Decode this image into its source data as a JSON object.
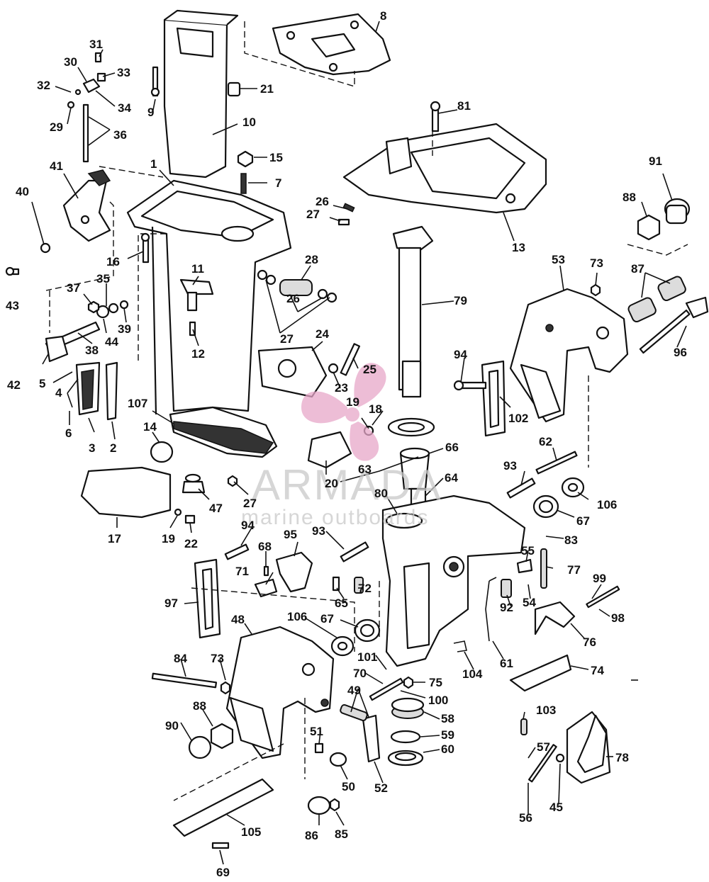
{
  "watermark": {
    "brand": "ARMADA",
    "tagline": "marine outboards",
    "logo_color": "#e7a7c9",
    "text_color": "#c9c9c9"
  },
  "callouts": {
    "c1": "1",
    "c2": "2",
    "c3": "3",
    "c4": "4",
    "c5": "5",
    "c6": "6",
    "c7": "7",
    "c8": "8",
    "c9": "9",
    "c10": "10",
    "c11": "11",
    "c12": "12",
    "c13": "13",
    "c14": "14",
    "c15": "15",
    "c16": "16",
    "c17": "17",
    "c18": "18",
    "c19a": "19",
    "c19b": "19",
    "c20": "20",
    "c21": "21",
    "c22": "22",
    "c23": "23",
    "c24": "24",
    "c25": "25",
    "c26a": "26",
    "c26b": "26",
    "c27a": "27",
    "c27b": "27",
    "c27c": "27",
    "c28": "28",
    "c29": "29",
    "c30": "30",
    "c31": "31",
    "c32": "32",
    "c33": "33",
    "c34": "34",
    "c35": "35",
    "c36": "36",
    "c37": "37",
    "c38": "38",
    "c39": "39",
    "c40": "40",
    "c41": "41",
    "c42": "42",
    "c43": "43",
    "c44": "44",
    "c45": "45",
    "c47": "47",
    "c48": "48",
    "c49": "49",
    "c50": "50",
    "c51": "51",
    "c52": "52",
    "c53": "53",
    "c54": "54",
    "c55": "55",
    "c56": "56",
    "c57": "57",
    "c58": "58",
    "c59": "59",
    "c60": "60",
    "c61": "61",
    "c62": "62",
    "c63": "63",
    "c64": "64",
    "c65": "65",
    "c66": "66",
    "c67a": "67",
    "c67b": "67",
    "c68": "68",
    "c69": "69",
    "c70": "70",
    "c71": "71",
    "c72": "72",
    "c73a": "73",
    "c73b": "73",
    "c74": "74",
    "c75": "75",
    "c76": "76",
    "c77": "77",
    "c78": "78",
    "c79": "79",
    "c80": "80",
    "c81": "81",
    "c83": "83",
    "c84": "84",
    "c85": "85",
    "c86": "86",
    "c87": "87",
    "c88a": "88",
    "c88b": "88",
    "c90": "90",
    "c91": "91",
    "c92": "92",
    "c93a": "93",
    "c93b": "93",
    "c94a": "94",
    "c94b": "94",
    "c95": "95",
    "c96": "96",
    "c97": "97",
    "c98": "98",
    "c99": "99",
    "c100": "100",
    "c101": "101",
    "c102": "102",
    "c103": "103",
    "c104": "104",
    "c105": "105",
    "c106a": "106",
    "c106b": "106",
    "c107": "107"
  }
}
